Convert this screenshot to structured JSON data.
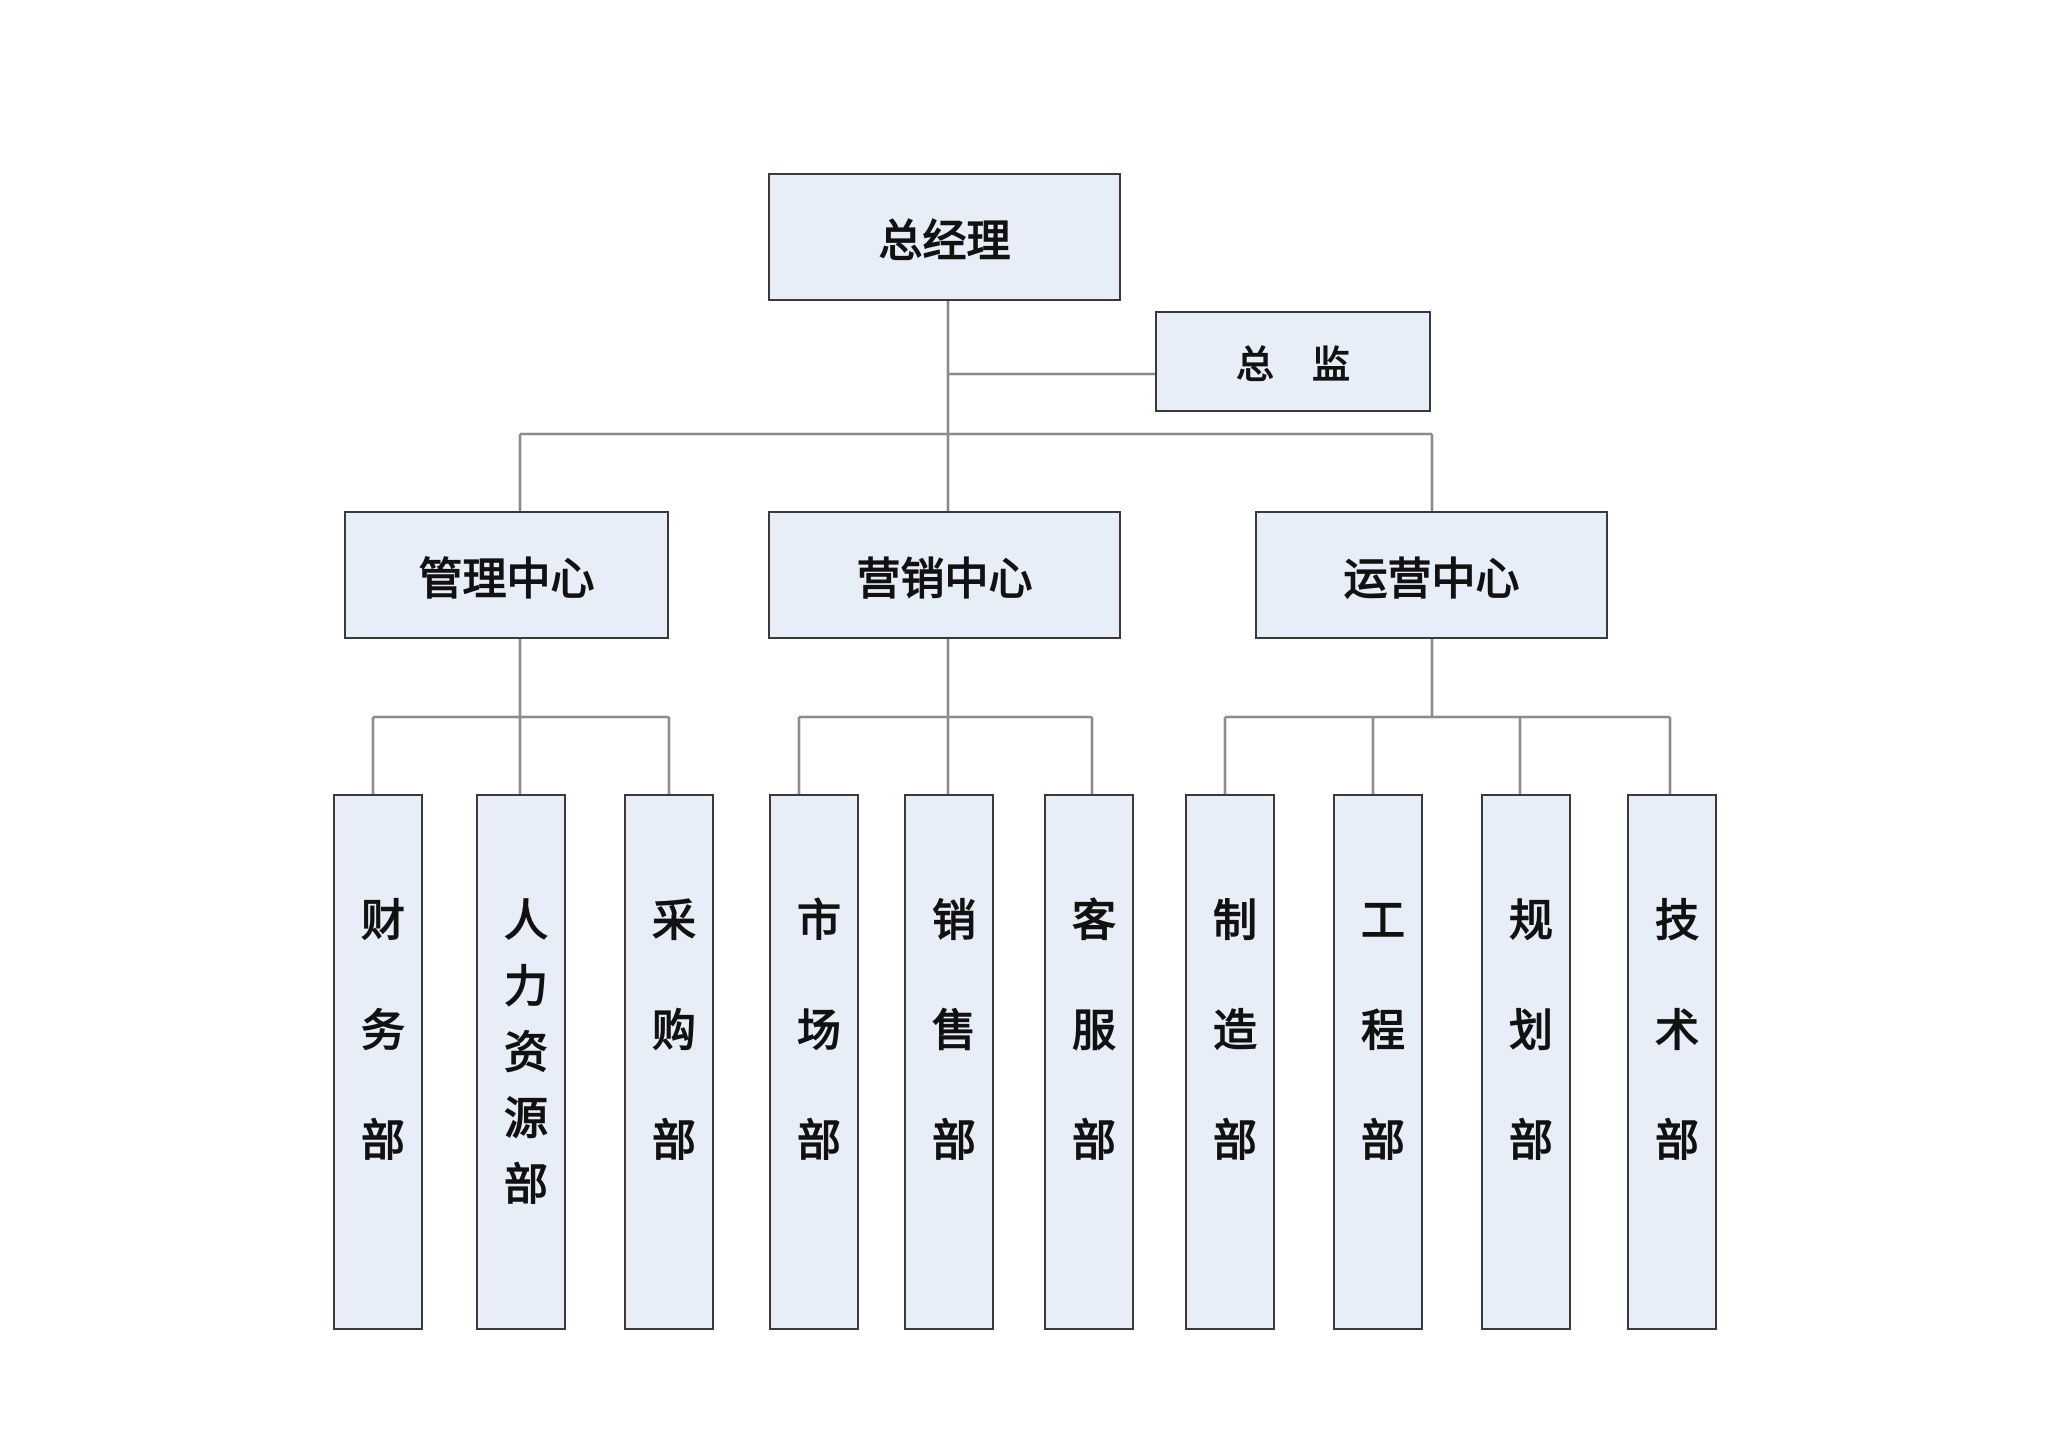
{
  "org": {
    "top": "总经理",
    "side": "总　监",
    "centers": {
      "management": "管理中心",
      "sales": "营销中心",
      "operations": "运营中心"
    },
    "departments": {
      "finance": "财务部",
      "hr": "人力资源部",
      "purchase": "采购部",
      "market": "市场部",
      "sales": "销售部",
      "service": "客服部",
      "manufacture": "制造部",
      "engineering": "工程部",
      "planning": "规划部",
      "tech": "技术部"
    }
  },
  "colors": {
    "box_fill": "#e8eef7",
    "box_border": "#3a3a3a",
    "connector": "#8c8c8c",
    "text": "#111111"
  }
}
